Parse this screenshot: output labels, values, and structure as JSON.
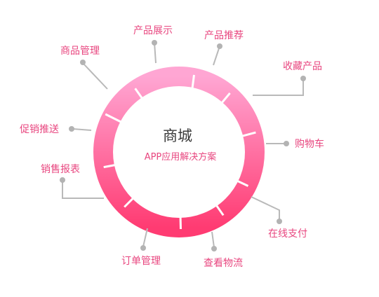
{
  "center": {
    "title": "商城",
    "subtitle": "APP应用解决方案"
  },
  "colors": {
    "ring_top": "#ffa6d3",
    "ring_bottom": "#ff3b72",
    "accent_text": "#e8467f",
    "connector": "#b9b9b9"
  },
  "features": [
    {
      "label": "产品展示"
    },
    {
      "label": "产品推荐"
    },
    {
      "label": "收藏产品"
    },
    {
      "label": "购物车"
    },
    {
      "label": "在线支付"
    },
    {
      "label": "查看物流"
    },
    {
      "label": "订单管理"
    },
    {
      "label": "销售报表"
    },
    {
      "label": "促销推送"
    },
    {
      "label": "商品管理"
    }
  ]
}
